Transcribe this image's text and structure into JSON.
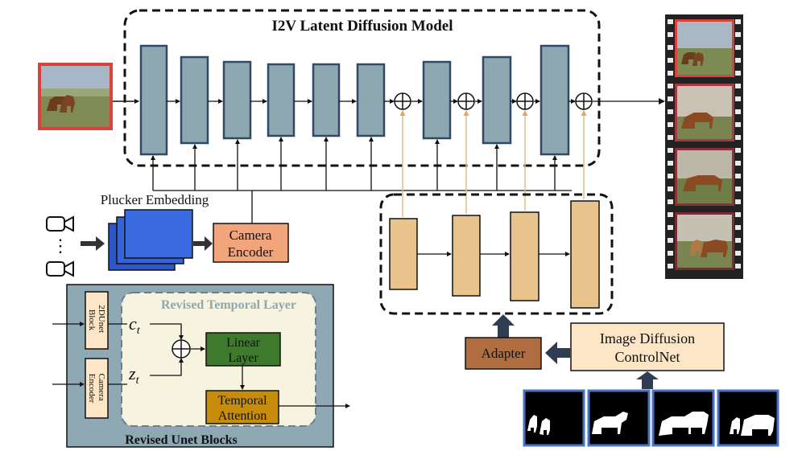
{
  "diagram": {
    "main_title": "I2V Latent Diffusion Model",
    "plucker_label": "Plucker Embedding",
    "camera_encoder": {
      "line1": "Camera",
      "line2": "Encoder"
    },
    "camera_dots": "⋮",
    "revised_temporal_layer": "Revised Temporal Layer",
    "revised_unet_blocks": "Revised Unet Blocks",
    "block_2d_unet": {
      "line1": "2DUnet",
      "line2": "Block"
    },
    "block_camera_encoder": {
      "line1": "Camera",
      "line2": "Encoder"
    },
    "var_c": "c",
    "var_z": "z",
    "var_sub": "t",
    "linear_layer": {
      "line1": "Linear",
      "line2": "Layer"
    },
    "temporal_attention": {
      "line1": "Temporal",
      "line2": "Attention"
    },
    "adapter": "Adapter",
    "controlnet": {
      "line1": "Image Diffusion",
      "line2": "ControlNet"
    }
  },
  "colors": {
    "unet_block_fill": "#8ea8b2",
    "unet_block_stroke": "#2e4a66",
    "adapter_block_fill": "#e8c48c",
    "camera_encoder_fill": "#f2a57a",
    "plucker_fill": "#2d56c8",
    "revised_panel_fill": "#8ea8b4",
    "temporal_panel_fill": "#f6f3df",
    "linear_layer_fill": "#3d7a2e",
    "temporal_attention_fill": "#c78c0a",
    "adapter_fill": "#b06e40",
    "controlnet_fill": "#fde6c6",
    "input_frame_border": "#d9413a",
    "mask_border": "#4a73c4",
    "skip_arrow": "#e8bc82"
  }
}
